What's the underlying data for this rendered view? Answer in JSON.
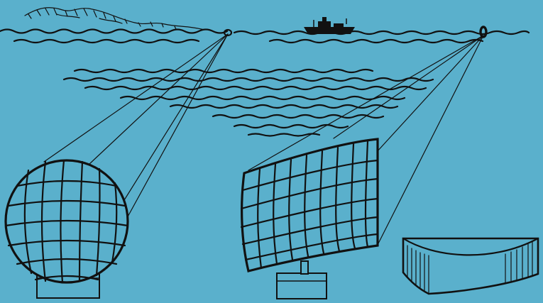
{
  "scene": {
    "background_color": "#5ab0cc",
    "ink_color": "#111111",
    "elements": [
      {
        "name": "shoreline-hills",
        "kind": "landscape"
      },
      {
        "name": "sea-surface",
        "kind": "water"
      },
      {
        "name": "ship",
        "kind": "vessel"
      },
      {
        "name": "buoy-left",
        "kind": "float"
      },
      {
        "name": "buoy-right",
        "kind": "float"
      },
      {
        "name": "underwater-waves",
        "kind": "water-layers"
      },
      {
        "name": "spherical-array-hydrophone",
        "kind": "transducer",
        "shape": "sphere"
      },
      {
        "name": "cylindrical-array-hydrophone",
        "kind": "transducer",
        "shape": "curved-panel"
      },
      {
        "name": "curved-line-array",
        "kind": "transducer",
        "shape": "arc-slab"
      }
    ]
  }
}
